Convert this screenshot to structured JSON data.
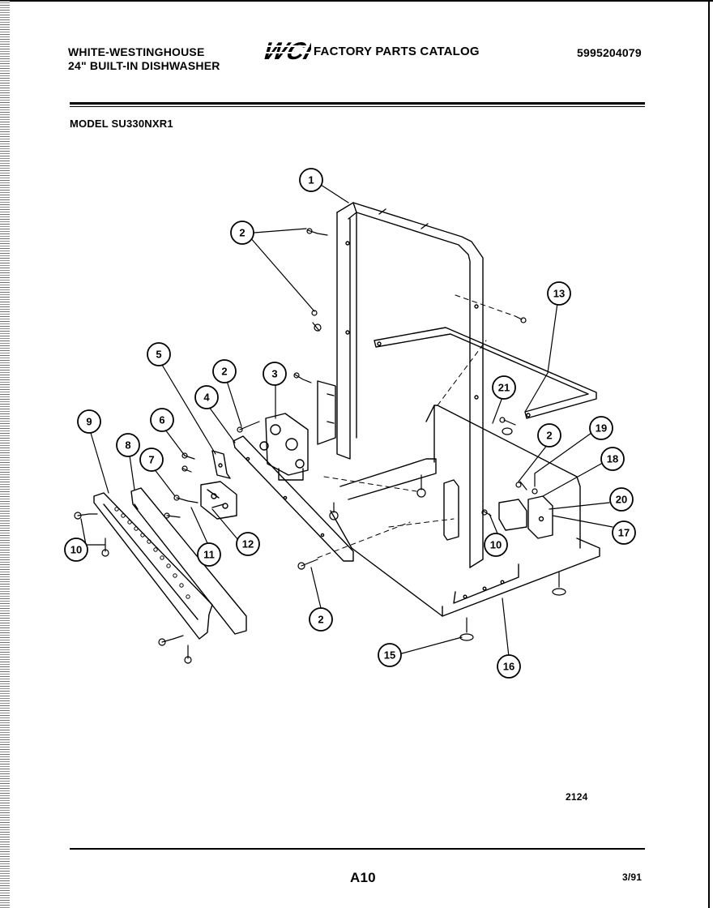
{
  "header": {
    "brand_line1": "WHITE-WESTINGHOUSE",
    "brand_line2": "24\" BUILT-IN DISHWASHER",
    "logo_text": "WCI",
    "catalog_title": "FACTORY PARTS CATALOG",
    "catalog_number": "5995204079"
  },
  "model": {
    "label": "MODEL SU330NXR1"
  },
  "callouts": [
    {
      "id": "c1",
      "label": "1"
    },
    {
      "id": "c2a",
      "label": "2"
    },
    {
      "id": "c13",
      "label": "13"
    },
    {
      "id": "c5",
      "label": "5"
    },
    {
      "id": "c2b",
      "label": "2"
    },
    {
      "id": "c3",
      "label": "3"
    },
    {
      "id": "c4",
      "label": "4"
    },
    {
      "id": "c21",
      "label": "21"
    },
    {
      "id": "c2c",
      "label": "2"
    },
    {
      "id": "c19",
      "label": "19"
    },
    {
      "id": "c9",
      "label": "9"
    },
    {
      "id": "c6",
      "label": "6"
    },
    {
      "id": "c8",
      "label": "8"
    },
    {
      "id": "c7",
      "label": "7"
    },
    {
      "id": "c18",
      "label": "18"
    },
    {
      "id": "c20",
      "label": "20"
    },
    {
      "id": "c17",
      "label": "17"
    },
    {
      "id": "c10a",
      "label": "10"
    },
    {
      "id": "c12",
      "label": "12"
    },
    {
      "id": "c11",
      "label": "11"
    },
    {
      "id": "c10b",
      "label": "10"
    },
    {
      "id": "c2d",
      "label": "2"
    },
    {
      "id": "c15",
      "label": "15"
    },
    {
      "id": "c16",
      "label": "16"
    }
  ],
  "footer": {
    "figure_code": "2124",
    "page_code": "A10",
    "date_code": "3/91"
  }
}
